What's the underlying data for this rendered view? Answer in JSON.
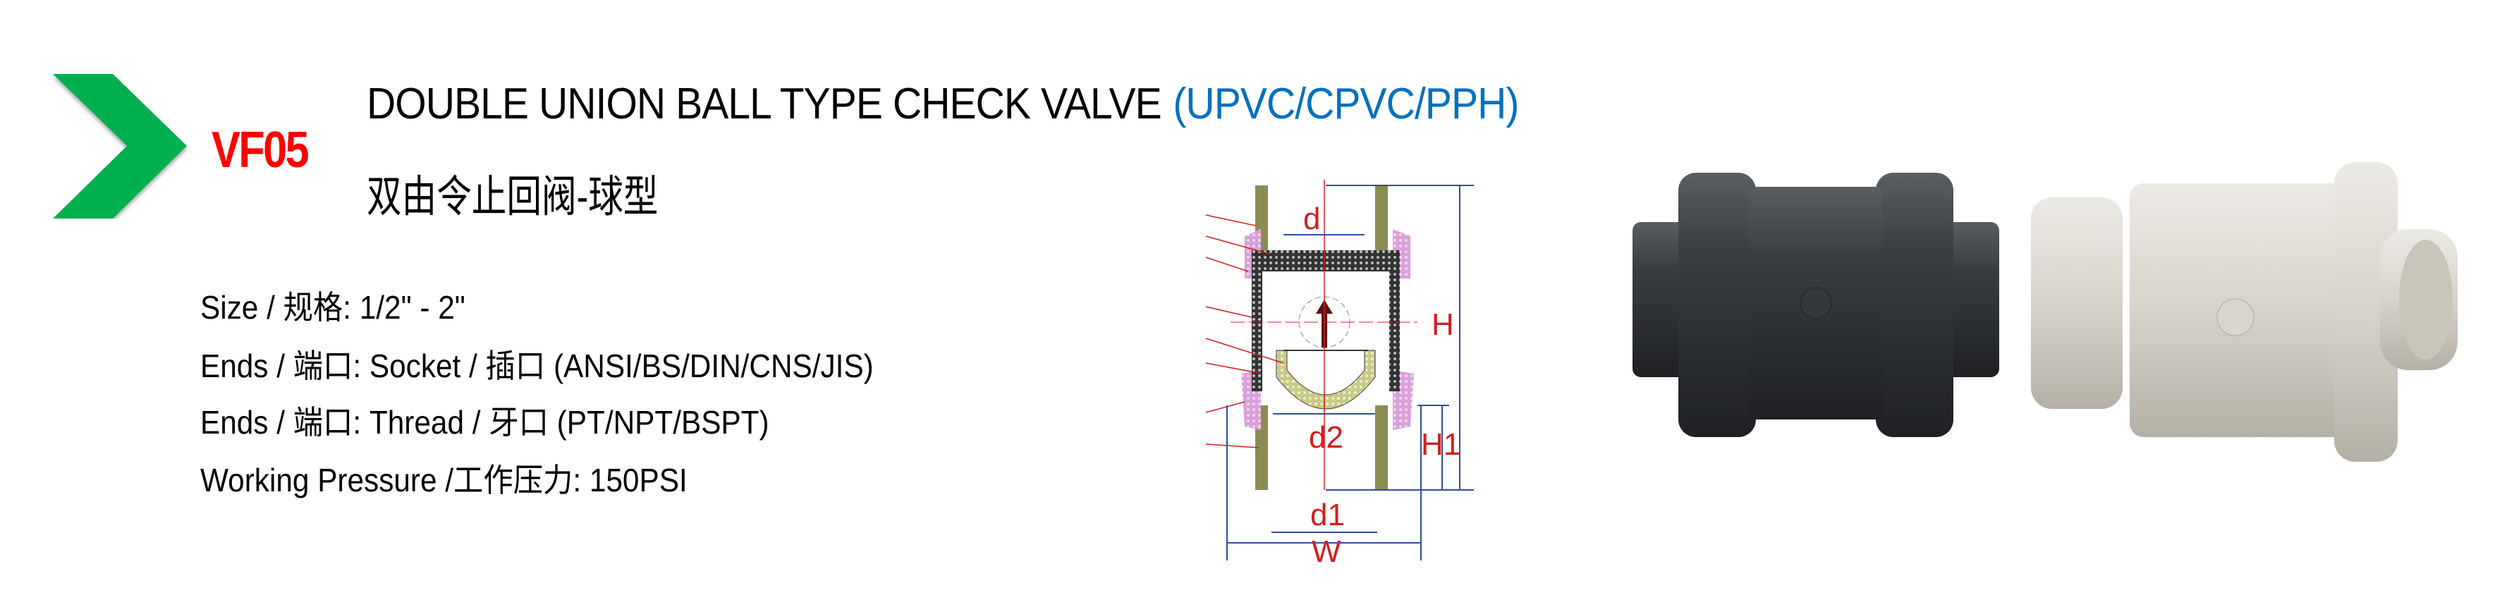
{
  "product": {
    "code": "VF05",
    "title": "DOUBLE UNION BALL TYPE CHECK VALVE",
    "materials": "(UPVC/CPVC/PPH)",
    "subtitle_cn": "双由令止回阀-球型"
  },
  "specs": [
    {
      "text": "Size / 规格: 1/2\" - 2\""
    },
    {
      "text": "Ends / 端口: Socket / 插口 (ANSI/BS/DIN/CNS/JIS)"
    },
    {
      "text": "Ends / 端口: Thread / 牙口 (PT/NPT/BSPT)"
    },
    {
      "text": "Working Pressure /工作压力: 150PSI"
    }
  ],
  "diagram": {
    "labels": {
      "d": "d",
      "H": "H",
      "d2": "d2",
      "H1": "H1",
      "d1": "d1",
      "W": "W"
    }
  },
  "colors": {
    "arrow": "#00b050",
    "code": "#ff0000",
    "materials": "#0070c0",
    "dim_label": "#d0201f",
    "dim_line": "#2e4f9e"
  }
}
